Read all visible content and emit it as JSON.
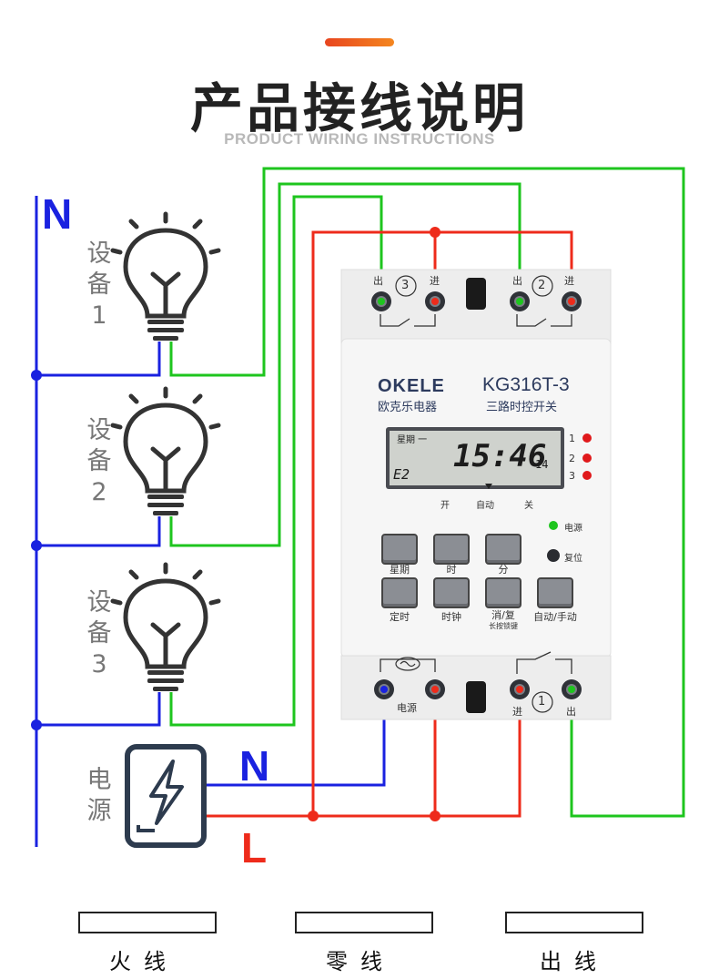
{
  "title": "产品接线说明",
  "subtitle": "PRODUCT WIRING INSTRUCTIONS",
  "colors": {
    "live": "#ee2b1b",
    "neutral": "#1a22e0",
    "output": "#1ec51e",
    "accent": "#f26b1d"
  },
  "labels": {
    "neutral_bus": "N",
    "supply_n": "N",
    "supply_l": "L"
  },
  "devices": [
    {
      "char1": "设",
      "char2": "备",
      "num": "1"
    },
    {
      "char1": "设",
      "char2": "备",
      "num": "2"
    },
    {
      "char1": "设",
      "char2": "备",
      "num": "3"
    }
  ],
  "power_source": {
    "char1": "电",
    "char2": "源"
  },
  "timer": {
    "brand": "OKELE",
    "brand_cn": "欧克乐电器",
    "model": "KG316T-3",
    "model_cn": "三路时控开关",
    "lcd_weekday": "星期 一",
    "lcd_time": "15:46",
    "lcd_seconds": "14",
    "lcd_program": "E2",
    "mode_on": "开",
    "mode_auto": "自动",
    "mode_off": "关",
    "indicator_1": "1",
    "indicator_2": "2",
    "indicator_3": "3",
    "power_led_label": "电源",
    "reset_label": "复位",
    "terminal_out_top3": "出",
    "terminal_in_top3": "进",
    "terminal_out_top2": "出",
    "terminal_in_top2": "进",
    "terminal_in_bot1": "进",
    "terminal_out_bot1": "出",
    "channel_3": "3",
    "channel_2": "2",
    "channel_1": "1",
    "power_terminal_label": "电源",
    "buttons": [
      {
        "label": "星期"
      },
      {
        "label": "时"
      },
      {
        "label": "分"
      },
      {
        "label": "定时"
      },
      {
        "label": "时钟"
      },
      {
        "label": "消/复",
        "sub": "长按锁键"
      },
      {
        "label": "自动/手动"
      }
    ]
  },
  "legend": [
    {
      "label": "火线",
      "color": "#ee2b1b"
    },
    {
      "label": "零线",
      "color": "#1a22e0"
    },
    {
      "label": "出线",
      "color": "#1ec51e"
    }
  ]
}
